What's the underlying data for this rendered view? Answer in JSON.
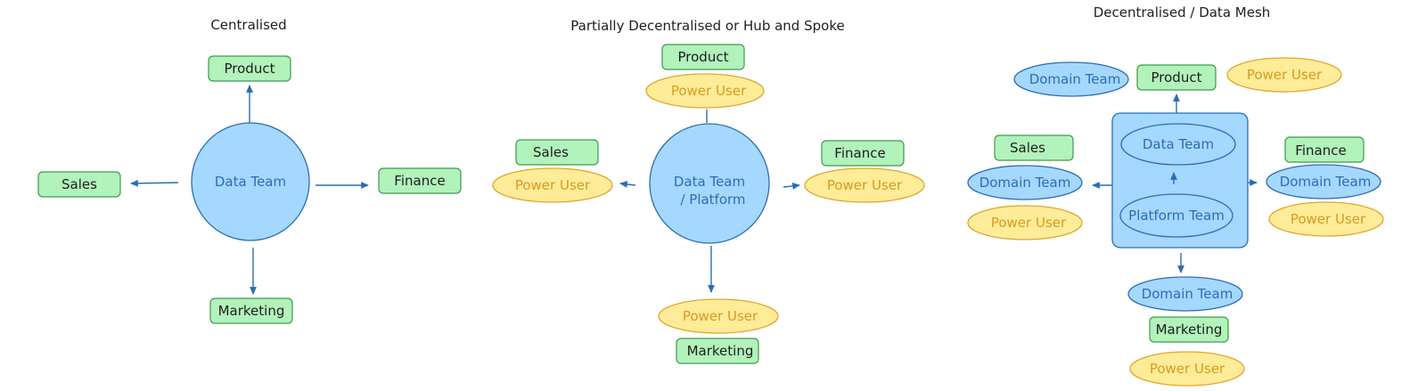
{
  "colors": {
    "dept_fill": "#b2f2bb",
    "dept_stroke": "#3e9a4c",
    "team_fill": "#a5d8ff",
    "team_stroke": "#2a6db5",
    "power_fill": "#ffec99",
    "power_stroke": "#e0a72c",
    "arrow": "#2a6db5",
    "dept_text": "#1e1e1e",
    "team_text": "#2a6db5",
    "power_text": "#d99a1e"
  },
  "diagrams": [
    {
      "id": "centralised",
      "title": "Centralised",
      "center": {
        "label": [
          "Data Team"
        ],
        "shape": "circle"
      },
      "departments": [
        {
          "label": "Product",
          "direction": "up"
        },
        {
          "label": "Sales",
          "direction": "left"
        },
        {
          "label": "Finance",
          "direction": "right"
        },
        {
          "label": "Marketing",
          "direction": "down"
        }
      ]
    },
    {
      "id": "hub-and-spoke",
      "title": "Partially Decentralised or Hub and Spoke",
      "center": {
        "label": [
          "Data Team",
          "/ Platform"
        ],
        "shape": "circle"
      },
      "departments": [
        {
          "label": "Product",
          "direction": "up",
          "power_user": "Power User"
        },
        {
          "label": "Sales",
          "direction": "left",
          "power_user": "Power User"
        },
        {
          "label": "Finance",
          "direction": "right",
          "power_user": "Power User"
        },
        {
          "label": "Marketing",
          "direction": "down",
          "power_user": "Power User"
        }
      ]
    },
    {
      "id": "data-mesh",
      "title": "Decentralised / Data Mesh",
      "center": {
        "shape": "box",
        "inner": [
          "Data Team",
          "Platform Team"
        ]
      },
      "departments": [
        {
          "label": "Product",
          "direction": "up",
          "domain_team": "Domain Team",
          "power_user": "Power User"
        },
        {
          "label": "Sales",
          "direction": "left",
          "domain_team": "Domain Team",
          "power_user": "Power User"
        },
        {
          "label": "Finance",
          "direction": "right",
          "domain_team": "Domain Team",
          "power_user": "Power User"
        },
        {
          "label": "Marketing",
          "direction": "down",
          "domain_team": "Domain Team",
          "power_user": "Power User"
        }
      ]
    }
  ]
}
